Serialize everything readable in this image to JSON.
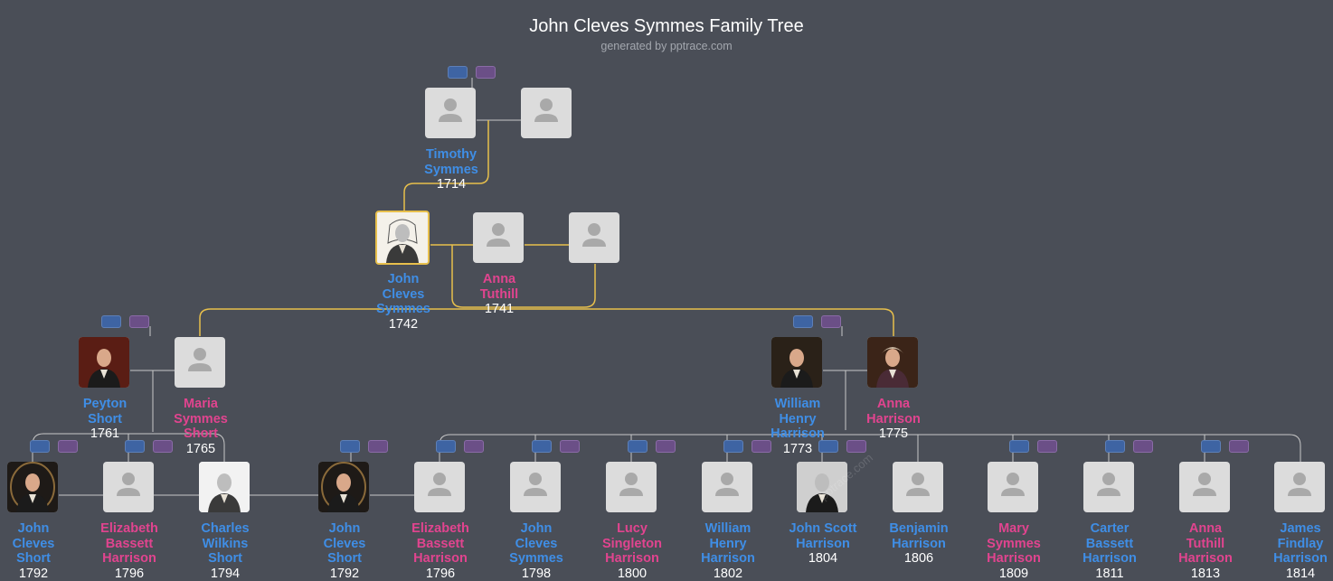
{
  "title": "John Cleves Symmes Family Tree",
  "subtitle": "generated by pptrace.com",
  "watermark": "pptrace.com",
  "colors": {
    "background": "#4a4e57",
    "male_name": "#3f8ee6",
    "female_name": "#e1448f",
    "highlight_line": "#e7bf4c",
    "line": "#c8c8c8"
  },
  "people": [
    {
      "id": "timothy",
      "name": "Timothy Symmes",
      "lines": [
        "Timothy",
        "Symmes"
      ],
      "year": "1714",
      "gender": "m",
      "photo": "placeholder"
    },
    {
      "id": "timothy-spouse",
      "name": "",
      "lines": [],
      "year": "",
      "gender": "f",
      "photo": "placeholder"
    },
    {
      "id": "jcs",
      "name": "John Cleves Symmes",
      "lines": [
        "John",
        "Cleves",
        "Symmes"
      ],
      "year": "1742",
      "gender": "m",
      "photo": "engraving",
      "selected": true
    },
    {
      "id": "anna-tuthill",
      "name": "Anna Tuthill",
      "lines": [
        "Anna",
        "Tuthill"
      ],
      "year": "1741",
      "gender": "f",
      "photo": "placeholder"
    },
    {
      "id": "jcs-spouse-3",
      "name": "",
      "lines": [],
      "year": "",
      "gender": "f",
      "photo": "placeholder"
    },
    {
      "id": "peyton",
      "name": "Peyton Short",
      "lines": [
        "Peyton",
        "Short"
      ],
      "year": "1761",
      "gender": "m",
      "photo": "portrait-red"
    },
    {
      "id": "maria",
      "name": "Maria Symmes Short",
      "lines": [
        "Maria",
        "Symmes",
        "Short"
      ],
      "year": "1765",
      "gender": "f",
      "photo": "placeholder"
    },
    {
      "id": "whh",
      "name": "William Henry Harrison",
      "lines": [
        "William",
        "Henry",
        "Harrison"
      ],
      "year": "1773",
      "gender": "m",
      "photo": "portrait-dark"
    },
    {
      "id": "anna-harrison",
      "name": "Anna Harrison",
      "lines": [
        "Anna",
        "Harrison"
      ],
      "year": "1775",
      "gender": "f",
      "photo": "portrait-lady"
    },
    {
      "id": "jcshort1",
      "name": "John Cleves Short",
      "lines": [
        "John",
        "Cleves",
        "Short"
      ],
      "year": "1792",
      "gender": "m",
      "photo": "portrait-oval"
    },
    {
      "id": "ebh1",
      "name": "Elizabeth Bassett Harrison",
      "lines": [
        "Elizabeth",
        "Bassett",
        "Harrison"
      ],
      "year": "1796",
      "gender": "f",
      "photo": "placeholder"
    },
    {
      "id": "cws",
      "name": "Charles Wilkins Short",
      "lines": [
        "Charles",
        "Wilkins",
        "Short"
      ],
      "year": "1794",
      "gender": "m",
      "photo": "portrait-bw"
    },
    {
      "id": "jcshort2",
      "name": "John Cleves Short",
      "lines": [
        "John",
        "Cleves",
        "Short"
      ],
      "year": "1792",
      "gender": "m",
      "photo": "portrait-oval"
    },
    {
      "id": "ebh2",
      "name": "Elizabeth Bassett Harrison",
      "lines": [
        "Elizabeth",
        "Bassett",
        "Harrison"
      ],
      "year": "1796",
      "gender": "f",
      "photo": "placeholder"
    },
    {
      "id": "jcsymmes2",
      "name": "John Cleves Symmes",
      "lines": [
        "John",
        "Cleves",
        "Symmes"
      ],
      "year": "1798",
      "gender": "m",
      "photo": "placeholder"
    },
    {
      "id": "lucy",
      "name": "Lucy Singleton Harrison",
      "lines": [
        "Lucy",
        "Singleton",
        "Harrison"
      ],
      "year": "1800",
      "gender": "f",
      "photo": "placeholder"
    },
    {
      "id": "whh2",
      "name": "William Henry Harrison",
      "lines": [
        "William",
        "Henry",
        "Harrison"
      ],
      "year": "1802",
      "gender": "m",
      "photo": "placeholder"
    },
    {
      "id": "jsh",
      "name": "John Scott Harrison",
      "lines": [
        "John Scott",
        "Harrison"
      ],
      "year": "1804",
      "gender": "m",
      "photo": "portrait-bw2"
    },
    {
      "id": "benjamin",
      "name": "Benjamin Harrison",
      "lines": [
        "Benjamin",
        "Harrison"
      ],
      "year": "1806",
      "gender": "m",
      "photo": "placeholder"
    },
    {
      "id": "mary",
      "name": "Mary Symmes Harrison",
      "lines": [
        "Mary",
        "Symmes",
        "Harrison"
      ],
      "year": "1809",
      "gender": "f",
      "photo": "placeholder"
    },
    {
      "id": "carter",
      "name": "Carter Bassett Harrison",
      "lines": [
        "Carter",
        "Bassett",
        "Harrison"
      ],
      "year": "1811",
      "gender": "m",
      "photo": "placeholder"
    },
    {
      "id": "anna-th",
      "name": "Anna Tuthill Harrison",
      "lines": [
        "Anna",
        "Tuthill",
        "Harrison"
      ],
      "year": "1813",
      "gender": "f",
      "photo": "placeholder"
    },
    {
      "id": "jfh",
      "name": "James Findlay Harrison",
      "lines": [
        "James",
        "Findlay",
        "Harrison"
      ],
      "year": "1814",
      "gender": "m",
      "photo": "placeholder"
    }
  ]
}
